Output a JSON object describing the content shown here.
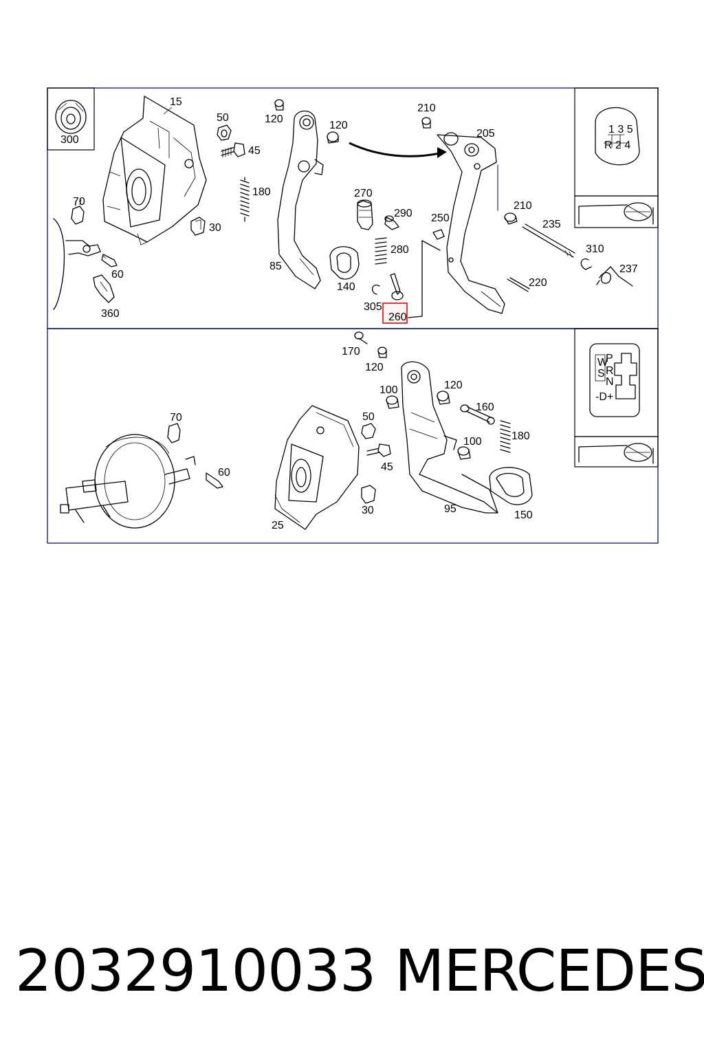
{
  "labels_top": [
    {
      "id": "p15",
      "text": "15"
    },
    {
      "id": "p50a",
      "text": "50"
    },
    {
      "id": "p45a",
      "text": "45"
    },
    {
      "id": "p180a",
      "text": "180"
    },
    {
      "id": "p70a",
      "text": "70"
    },
    {
      "id": "p30a",
      "text": "30"
    },
    {
      "id": "p60a",
      "text": "60"
    },
    {
      "id": "p360",
      "text": "360"
    },
    {
      "id": "p300",
      "text": "300"
    },
    {
      "id": "p120a",
      "text": "120"
    },
    {
      "id": "p120b",
      "text": "120"
    },
    {
      "id": "p85",
      "text": "85"
    },
    {
      "id": "p270",
      "text": "270"
    },
    {
      "id": "p290",
      "text": "290"
    },
    {
      "id": "p280",
      "text": "280"
    },
    {
      "id": "p140",
      "text": "140"
    },
    {
      "id": "p305",
      "text": "305"
    },
    {
      "id": "p250",
      "text": "250"
    },
    {
      "id": "p210a",
      "text": "210"
    },
    {
      "id": "p205",
      "text": "205"
    },
    {
      "id": "p210b",
      "text": "210"
    },
    {
      "id": "p235",
      "text": "235"
    },
    {
      "id": "p310",
      "text": "310"
    },
    {
      "id": "p237",
      "text": "237"
    },
    {
      "id": "p220",
      "text": "220"
    }
  ],
  "highlighted_label": "260",
  "labels_bottom": [
    {
      "id": "q170",
      "text": "170"
    },
    {
      "id": "q120a",
      "text": "120"
    },
    {
      "id": "q100a",
      "text": "100"
    },
    {
      "id": "q120b",
      "text": "120"
    },
    {
      "id": "q160",
      "text": "160"
    },
    {
      "id": "q180",
      "text": "180"
    },
    {
      "id": "q100b",
      "text": "100"
    },
    {
      "id": "q50",
      "text": "50"
    },
    {
      "id": "q45",
      "text": "45"
    },
    {
      "id": "q30",
      "text": "30"
    },
    {
      "id": "q25",
      "text": "25"
    },
    {
      "id": "q95",
      "text": "95"
    },
    {
      "id": "q150",
      "text": "150"
    },
    {
      "id": "q70",
      "text": "70"
    },
    {
      "id": "q60",
      "text": "60"
    }
  ],
  "manual_gear_pattern": {
    "row1": "1 3 5",
    "row2": "R 2 4"
  },
  "auto_gear_pattern": {
    "mode1": "W",
    "mode2": "S",
    "p": "P",
    "r": "R",
    "n": "N",
    "d": "-D+"
  },
  "colors": {
    "highlight": "#e53935",
    "frame": "#1a237e",
    "lines": "#000000"
  },
  "footer": {
    "part_number": "2032910033",
    "brand": "MERCEDES"
  }
}
